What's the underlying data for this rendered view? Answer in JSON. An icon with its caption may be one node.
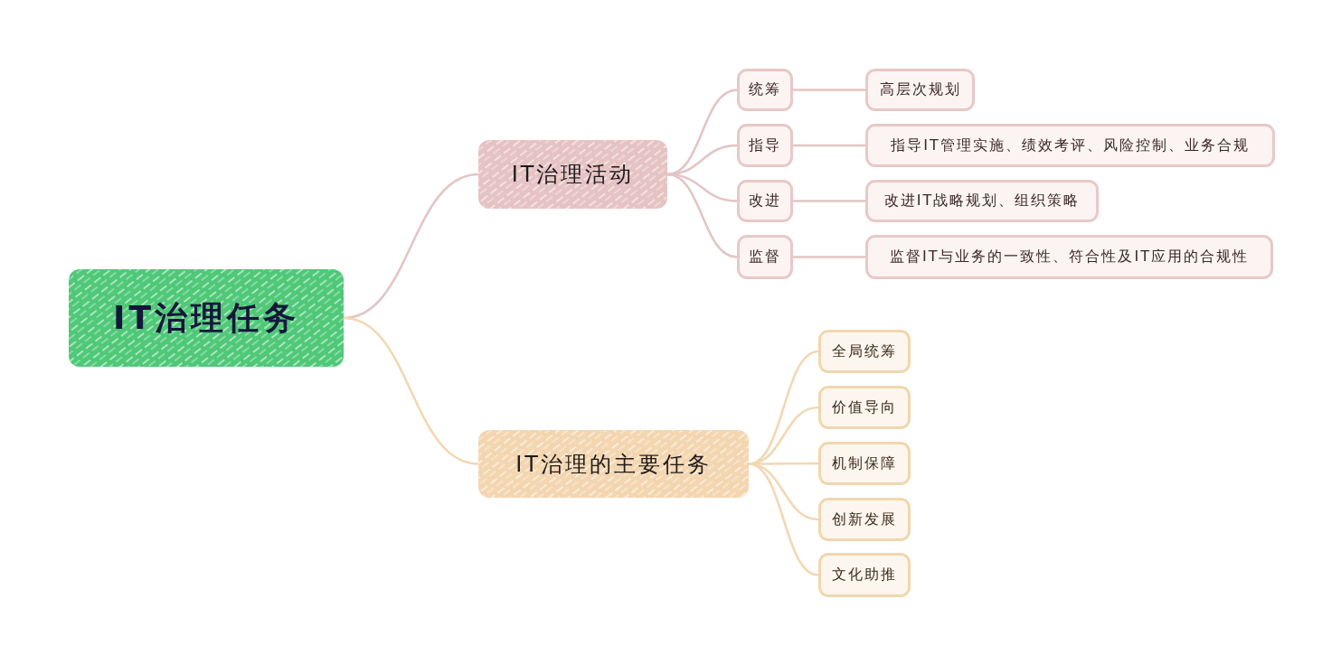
{
  "diagram": {
    "nodes": [
      {
        "text": [
          "IT治理任务"
        ]
      },
      {
        "text": [
          "IT治理活动"
        ]
      },
      {
        "text": [
          "统筹"
        ]
      },
      {
        "text": [
          "高层次规划"
        ]
      },
      {
        "text": [
          "指导"
        ]
      },
      {
        "text": [
          "指导IT管理实施、绩效考评、风险控制、业务合规"
        ]
      },
      {
        "text": [
          "改进"
        ]
      },
      {
        "text": [
          "改进IT战略规划、组织策略"
        ]
      },
      {
        "text": [
          "监督"
        ]
      },
      {
        "text": [
          "监督IT与业务的一致性、符合性及IT应用的合规性"
        ]
      },
      {
        "text": [
          "IT治理的主要任务"
        ]
      },
      {
        "text": [
          "全局统筹"
        ]
      },
      {
        "text": [
          "价值导向"
        ]
      },
      {
        "text": [
          "机制保障"
        ]
      },
      {
        "text": [
          "创新发展"
        ]
      },
      {
        "text": [
          "文化助推"
        ]
      }
    ],
    "edges": [
      {
        "from": 0,
        "to": 1,
        "arrow": "none"
      },
      {
        "from": 1,
        "to": 2,
        "arrow": "none"
      },
      {
        "from": 1,
        "to": 4,
        "arrow": "none"
      },
      {
        "from": 1,
        "to": 6,
        "arrow": "none"
      },
      {
        "from": 1,
        "to": 8,
        "arrow": "none"
      },
      {
        "from": 2,
        "to": 3,
        "arrow": "none"
      },
      {
        "from": 4,
        "to": 5,
        "arrow": "none"
      },
      {
        "from": 6,
        "to": 7,
        "arrow": "none"
      },
      {
        "from": 8,
        "to": 9,
        "arrow": "none"
      },
      {
        "from": 0,
        "to": 10,
        "arrow": "none",
        "color": "#f2d8b3"
      },
      {
        "from": 10,
        "to": 11,
        "arrow": "none",
        "color": "#f2d8b3"
      },
      {
        "from": 10,
        "to": 12,
        "arrow": "none",
        "color": "#f2d8b3"
      },
      {
        "from": 10,
        "to": 13,
        "arrow": "none",
        "color": "#f2d8b3"
      },
      {
        "from": 10,
        "to": 14,
        "arrow": "none",
        "color": "#f2d8b3"
      },
      {
        "from": 10,
        "to": 15,
        "arrow": "none",
        "color": "#f2d8b3"
      }
    ]
  }
}
